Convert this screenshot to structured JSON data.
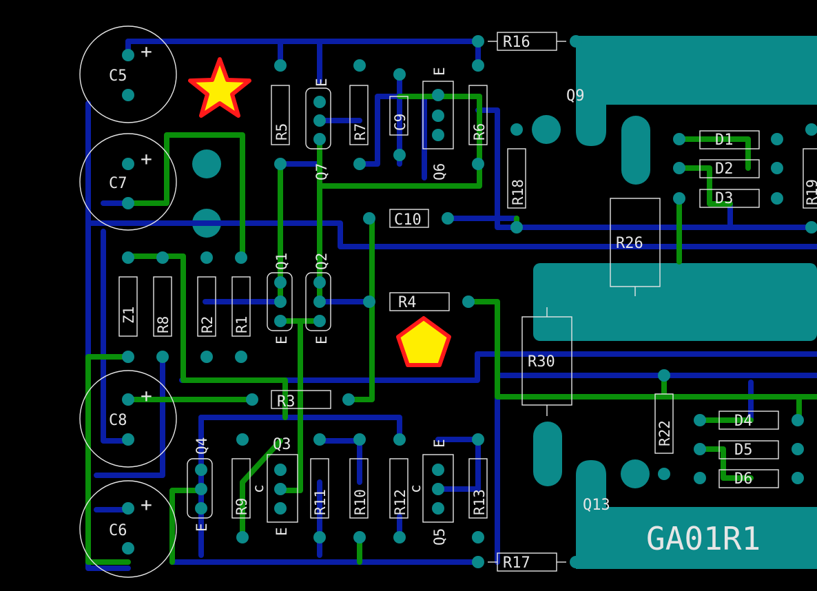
{
  "board": {
    "title": "GA01R1",
    "background": "#000000",
    "colors": {
      "bottom_trace": "#0a1ea6",
      "top_trace": "#0a8f0a",
      "pad": "#0b8a8a",
      "silkscreen": "#e6e6e6",
      "marker_fill": "#ffee00",
      "marker_stroke": "#ff1a1a"
    }
  },
  "components": {
    "C5": "C5",
    "C7": "C7",
    "C8": "C8",
    "C6": "C6",
    "plus": "+",
    "R16": "R16",
    "R17": "R17",
    "R5": "R5",
    "R7": "R7",
    "R6": "R6",
    "C9": "C9",
    "C10": "C10",
    "Q7": "Q7",
    "Q6": "Q6",
    "Q9": "Q9",
    "Q1": "Q1",
    "Q2": "Q2",
    "Q3": "Q3",
    "Q4": "Q4",
    "Q5": "Q5",
    "Q13": "Q13",
    "R18": "R18",
    "R19": "R19",
    "R26": "R26",
    "R4": "R4",
    "R3": "R3",
    "R30": "R30",
    "R22": "R22",
    "Z1": "Z1",
    "R8": "R8",
    "R2": "R2",
    "R1": "R1",
    "R9": "R9",
    "R11": "R11",
    "R10": "R10",
    "R12": "R12",
    "R13": "R13",
    "D1": "D1",
    "D2": "D2",
    "D3": "D3",
    "D4": "D4",
    "D5": "D5",
    "D6": "D6",
    "E": "E",
    "c": "c"
  },
  "markers": {
    "star": "star-marker",
    "pentagon": "pentagon-marker"
  }
}
